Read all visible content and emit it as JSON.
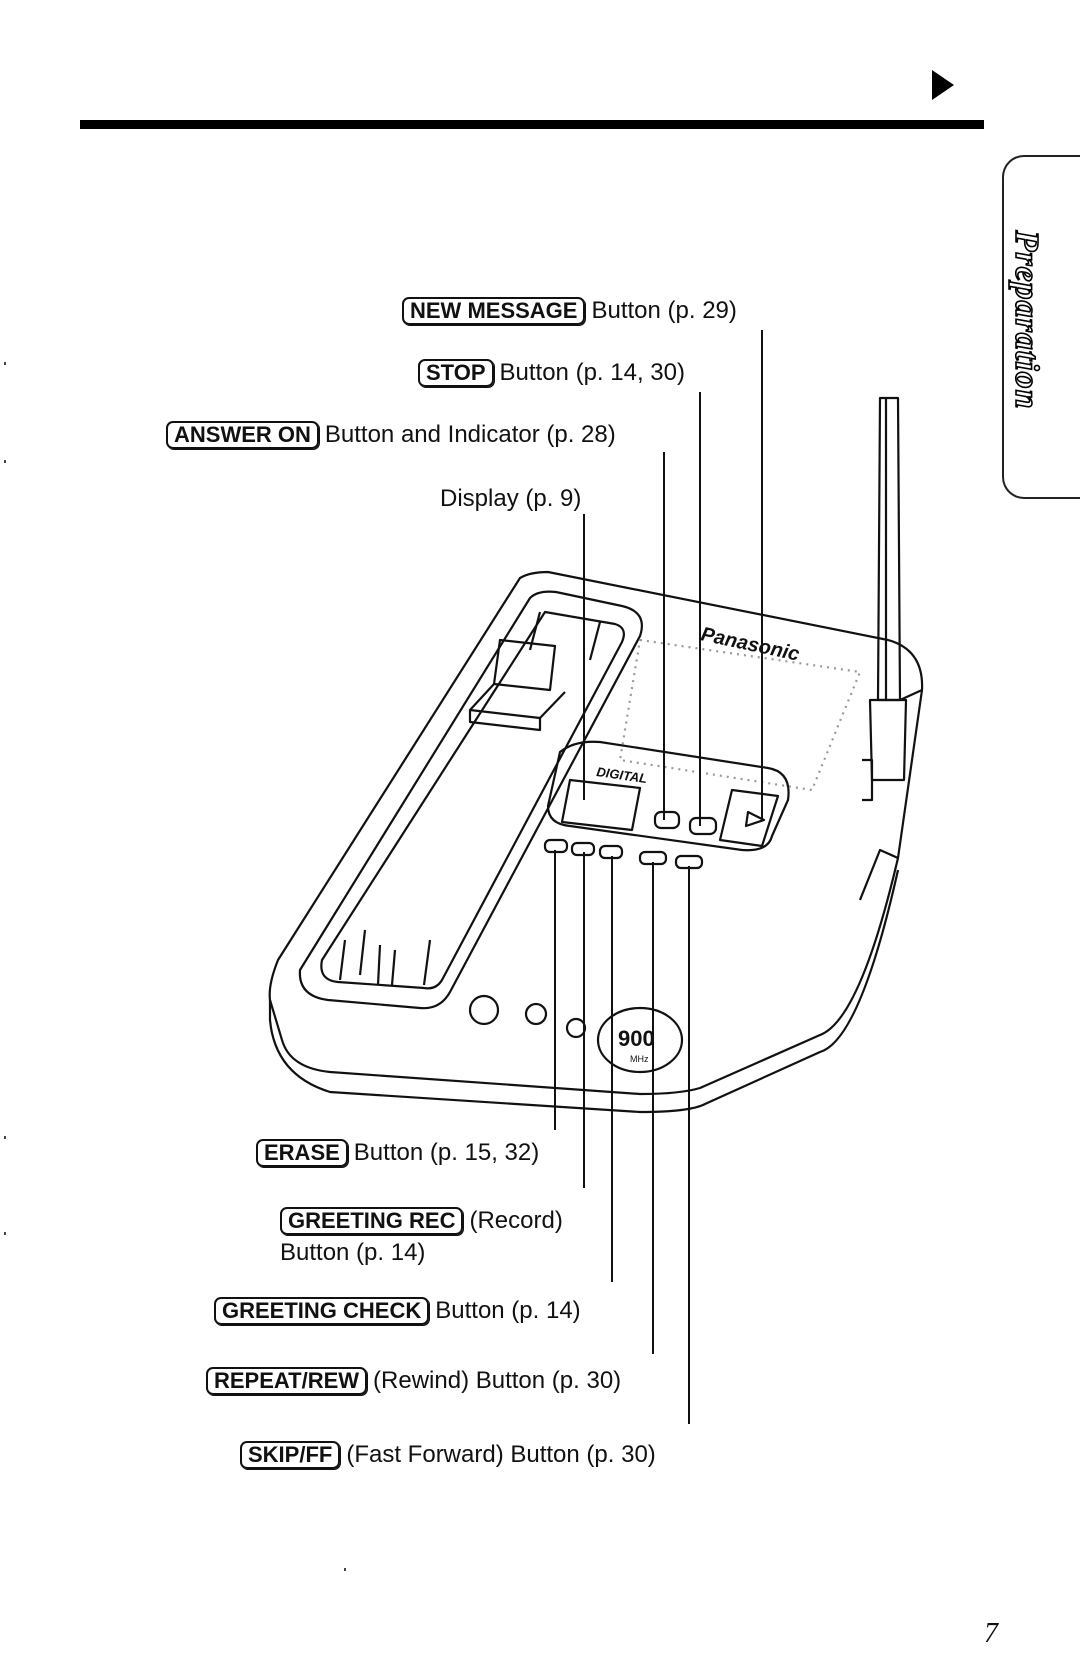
{
  "header": {
    "next_page_icon": "arrow-right-icon"
  },
  "side_tab": {
    "label": "Preparation"
  },
  "labels": {
    "new_message": {
      "key": "NEW MESSAGE",
      "text": "Button (p. 29)"
    },
    "stop": {
      "key": "STOP",
      "text": "Button (p. 14, 30)"
    },
    "answer_on": {
      "key": "ANSWER ON",
      "text": "Button and Indicator (p. 28)"
    },
    "display": {
      "text": "Display (p. 9)"
    },
    "erase": {
      "key": "ERASE",
      "text": "Button (p. 15, 32)"
    },
    "greeting_rec": {
      "key": "GREETING REC",
      "text": "(Record)",
      "text2": "Button (p. 14)"
    },
    "greeting_check": {
      "key": "GREETING CHECK",
      "text": "Button (p. 14)"
    },
    "repeat_rew": {
      "key": "REPEAT/REW",
      "text": "(Rewind) Button (p. 30)"
    },
    "skip_ff": {
      "key": "SKIP/FF",
      "text": "(Fast Forward) Button (p. 30)"
    }
  },
  "device": {
    "brand": "Panasonic",
    "panel_label": "DIGITAL",
    "badge": "900",
    "badge_unit": "MHz"
  },
  "footer": {
    "page_number": "7"
  }
}
